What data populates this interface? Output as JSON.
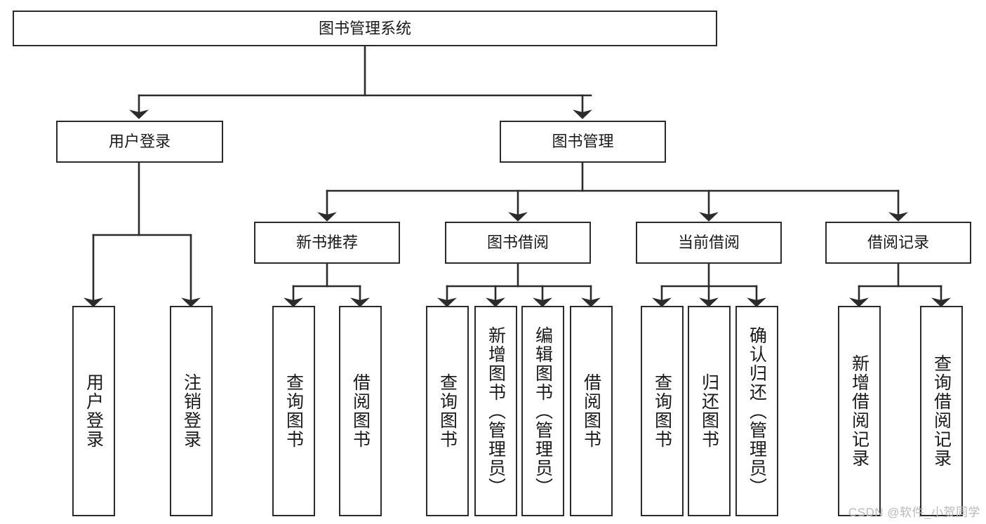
{
  "diagram": {
    "title": "图书管理系统",
    "type": "tree-hierarchy",
    "watermark": "CSDN @软件_小贺同学",
    "colors": {
      "stroke": "#2b2b2b",
      "fill": "#ffffff",
      "text": "#1a1a1a",
      "watermark": "#b9b9b9"
    },
    "nodes": {
      "root": {
        "label": "图书管理系统"
      },
      "level2": [
        {
          "id": "user-login",
          "label": "用户登录"
        },
        {
          "id": "book-manage",
          "label": "图书管理"
        }
      ],
      "level3": [
        {
          "id": "new-book-recommend",
          "label": "新书推荐"
        },
        {
          "id": "book-borrow",
          "label": "图书借阅"
        },
        {
          "id": "current-borrow",
          "label": "当前借阅"
        },
        {
          "id": "borrow-record",
          "label": "借阅记录"
        }
      ],
      "leaves": [
        {
          "id": "leaf-user-login",
          "label": "用户登录",
          "parent": "user-login"
        },
        {
          "id": "leaf-user-logout",
          "label": "注销登录",
          "parent": "user-login"
        },
        {
          "id": "leaf-query-book-1",
          "label": "查询图书",
          "parent": "new-book-recommend"
        },
        {
          "id": "leaf-borrow-book-1",
          "label": "借阅图书",
          "parent": "new-book-recommend"
        },
        {
          "id": "leaf-query-book-2",
          "label": "查询图书",
          "parent": "book-borrow"
        },
        {
          "id": "leaf-add-book",
          "label": "新增图书（管理员）",
          "parent": "book-borrow"
        },
        {
          "id": "leaf-edit-book",
          "label": "编辑图书（管理员）",
          "parent": "book-borrow"
        },
        {
          "id": "leaf-borrow-book-2",
          "label": "借阅图书",
          "parent": "book-borrow"
        },
        {
          "id": "leaf-query-book-3",
          "label": "查询图书",
          "parent": "current-borrow"
        },
        {
          "id": "leaf-return-book",
          "label": "归还图书",
          "parent": "current-borrow"
        },
        {
          "id": "leaf-confirm-return",
          "label": "确认归还（管理员）",
          "parent": "current-borrow"
        },
        {
          "id": "leaf-add-record",
          "label": "新增借阅记录",
          "parent": "borrow-record"
        },
        {
          "id": "leaf-query-record",
          "label": "查询借阅记录",
          "parent": "borrow-record"
        }
      ]
    }
  }
}
